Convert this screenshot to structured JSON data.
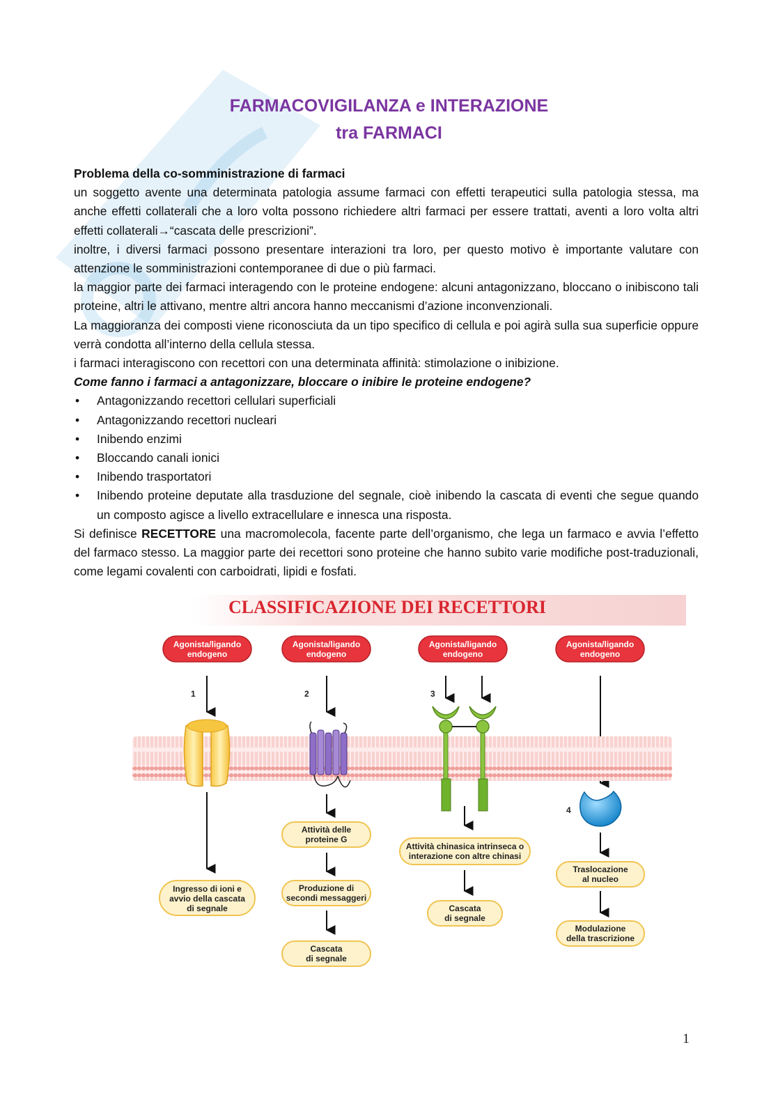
{
  "title": {
    "line1": "FARMACOVIGILANZA e INTERAZIONE",
    "line2": "tra FARMACI"
  },
  "content": {
    "heading": "Problema della co-somministrazione di farmaci",
    "p1_text": "un soggetto avente una determinata patologia assume farmaci con effetti terapeutici sulla patologia stessa, ma anche effetti collaterali che a loro volta possono richiedere altri farmaci per essere trattati, aventi a loro volta altri effetti collaterali",
    "p1_arrow": "→",
    "p1_quote": "“cascata delle prescrizioni”.",
    "p2": "inoltre, i diversi farmaci possono presentare interazioni tra loro, per questo motivo è importante valutare con attenzione le somministrazioni contemporanee di due o più farmaci.",
    "p3": "la maggior parte dei farmaci interagendo con le proteine endogene: alcuni antagonizzano, bloccano o inibiscono tali proteine, altri le attivano, mentre altri ancora hanno meccanismi d’azione inconvenzionali.",
    "p4": "La maggioranza dei composti viene riconosciuta da un tipo specifico di cellula e poi agirà sulla sua superficie oppure verrà condotta all’interno della cellula stessa.",
    "p5": "i farmaci interagiscono con recettori con una determinata affinità: stimolazione o inibizione.",
    "question": "Come fanno i farmaci a antagonizzare, bloccare o inibire le proteine endogene?",
    "bullet_symbol": "•",
    "bullets": [
      "Antagonizzando recettori cellulari superficiali",
      "Antagonizzando recettori nucleari",
      "Inibendo enzimi",
      "Bloccando canali ionici",
      "Inibendo trasportatori",
      "Inibendo proteine deputate alla trasduzione del segnale, cioè inibendo la cascata di eventi che segue quando un composto agisce a livello extracellulare e innesca una risposta."
    ],
    "def_pre": "Si definisce ",
    "def_bold": "RECETTORE",
    "def_post": " una macromolecola, facente parte dell’organismo, che lega un farmaco e avvia l’effetto del farmaco stesso. La maggior parte dei recettori sono proteine che hanno subito varie modifiche post-traduzionali, come legami covalenti con carboidrati, lipidi e fosfati."
  },
  "figure": {
    "title": "CLASSIFICAZIONE DEI RECETTORI",
    "agonist_label": [
      "Agonista/ligando",
      "endogeno"
    ],
    "numbers": [
      "1",
      "2",
      "3",
      "4"
    ],
    "col1": {
      "end": [
        "Ingresso di ioni e",
        "avvio della cascata",
        "di segnale"
      ]
    },
    "col2": {
      "step1": [
        "Attività delle",
        "proteine G"
      ],
      "step2": [
        "Produzione di",
        "secondi messaggeri"
      ],
      "step3": [
        "Cascata",
        "di segnale"
      ]
    },
    "col3": {
      "step1": [
        "Attività chinasica intrinseca o",
        "interazione con altre chinasi"
      ],
      "step2": [
        "Cascata",
        "di segnale"
      ]
    },
    "col4": {
      "step1": [
        "Traslocazione",
        "al nucleo"
      ],
      "step2": [
        "Modulazione",
        "della trascrizione"
      ]
    },
    "colors": {
      "title": "#d8262e",
      "red_pill": "#e8343c",
      "yellow_pill": "#fdf2cc",
      "membrane": "#f2b8b4"
    }
  },
  "page_number": "1"
}
